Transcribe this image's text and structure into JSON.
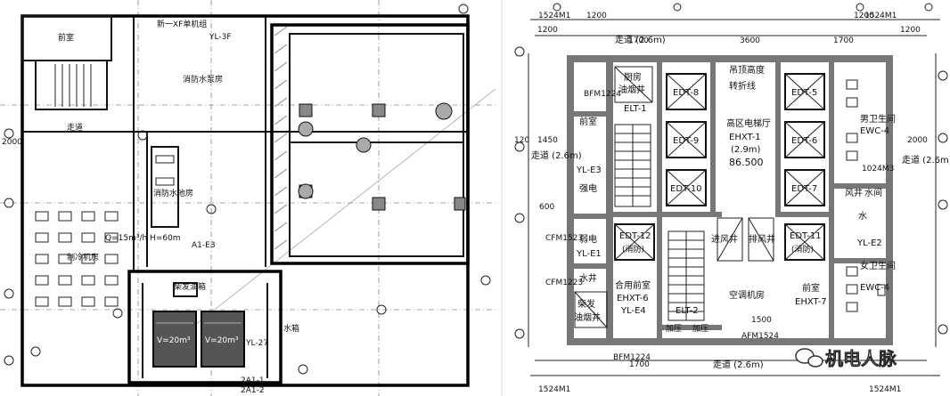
{
  "left_plan": {
    "rooms": {
      "anteroom": "前室",
      "pump_room": "消防水泵房",
      "corridor": "走道",
      "cooling_room": "制冷机房",
      "fire_pool_room": "消防水池房",
      "generator_tank": "柴发油箱",
      "water_tank": "水箱"
    },
    "small_labels": {
      "fan_label": "新一XF单机组",
      "tag_a": "YL-3F",
      "tag_b": "A1-E3",
      "tag_c": "YL-27",
      "tag_d": "2A1-1",
      "tag_e": "2A1-2",
      "tank_v1": "V=20m³",
      "tank_v2": "V=20m³",
      "pump_spec": "Q=15m³/h H=60m",
      "dim_2000": "2000"
    }
  },
  "right_plan": {
    "dims_top": [
      "1524M1",
      "1200",
      "3600",
      "1200",
      "1524M1"
    ],
    "dims_side": [
      "1200",
      "1700",
      "1700",
      "1200"
    ],
    "corridor_top": "走道 (2.6m)",
    "corridor_bottom": "走道 (2.6m)",
    "corridor_left": "走道 (2.6m)",
    "corridor_right": "走道 (2.6m)",
    "ceiling_note_1": "吊顶高度",
    "ceiling_note_2": "转折线",
    "kitchen_shaft_1": "厨房",
    "kitchen_shaft_2": "油烟井",
    "anteroom": "前室",
    "stair": "ELT-1",
    "elevators_left": [
      "EDT-8",
      "EDT-9",
      "EDT-10"
    ],
    "elevators_right": [
      "EDT-5",
      "EDT-6",
      "EDT-7"
    ],
    "hall_name": "高区电梯厅",
    "hall_code": "EHXT-1",
    "hall_height": "(2.9m)",
    "hall_elev": "86.500",
    "strong_elec": "强电",
    "weak_elec": "弱电",
    "weak_code": "YL-E1",
    "yl_e3": "YL-E3",
    "water_well": "水井",
    "gen_flue_1": "柴发",
    "gen_flue_2": "油烟井",
    "fire_elev_left": "EDT-12",
    "fire_elev_left_note": "(消防)",
    "fire_elev_right": "EDT-11",
    "fire_elev_right_note": "(消防)",
    "shared_anteroom": "合用前室",
    "shared_code": "EHXT-6",
    "shared_yl": "YL-E4",
    "stair_2": "ELT-2",
    "air_in": "进风井",
    "air_exhaust": "排风井",
    "ac_room": "空调机房",
    "anteroom_right": "前室",
    "anteroom_right_code": "EHXT-7",
    "men_wc": "男卫生间",
    "men_code": "EWC-4",
    "women_wc": "女卫生间",
    "women_code": "EWC-4",
    "wind_shaft": "风井",
    "water_room": "水间",
    "water": "水",
    "yl_e2": "YL-E2",
    "pressurize_1": "加压",
    "pressurize_2": "加压",
    "door_bfm1224": "BFM1224",
    "door_cfm1523": "CFM1523",
    "door_cfm1223": "CFM1223",
    "door_afm1524": "AFM1524",
    "door_1024m3": "1024M3",
    "dim_1450": "1450",
    "dim_2000": "2000",
    "dim_1500": "1500",
    "dim_1700": "1700",
    "dim_120": "120",
    "dim_600": "600"
  },
  "watermark": "机电人脉"
}
